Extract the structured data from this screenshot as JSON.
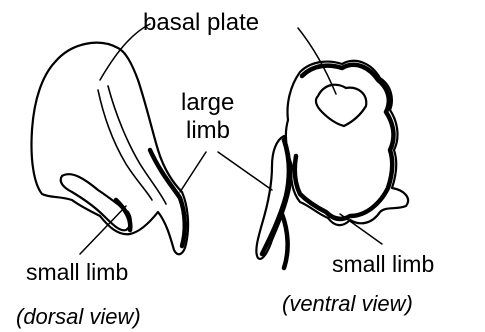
{
  "labels": {
    "basal_plate": "basal plate",
    "large_limb_line1": "large",
    "large_limb_line2": "limb",
    "small_limb_left": "small limb",
    "small_limb_right": "small limb",
    "dorsal_view": "(dorsal view)",
    "ventral_view": "(ventral view)"
  },
  "icons": [
    "dorsal-view-bone-drawing",
    "ventral-view-bone-drawing"
  ]
}
